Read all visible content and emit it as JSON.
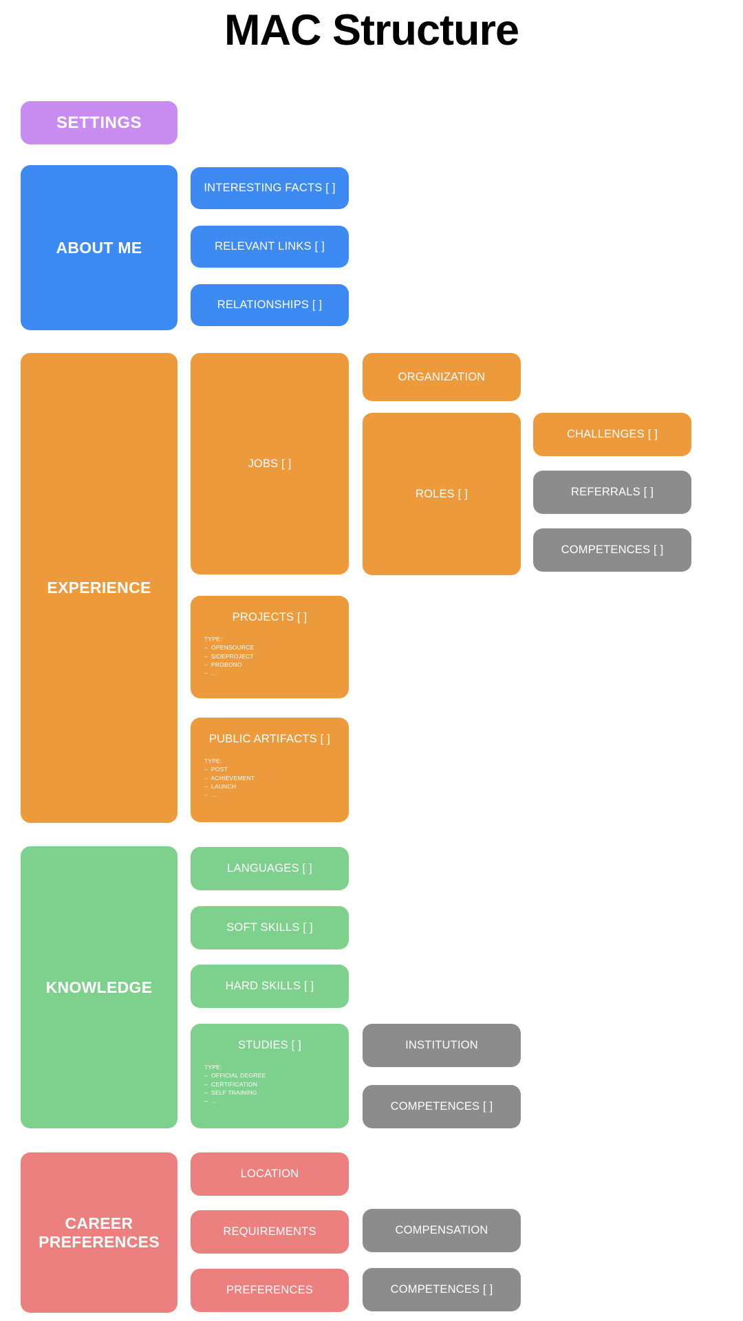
{
  "title": "MAC Structure",
  "colors": {
    "purple": "#c98cf1",
    "blue": "#3d8bf2",
    "orange": "#ed9a3c",
    "green": "#7ed18c",
    "salmon": "#ec807e",
    "gray": "#8c8c8c",
    "background": "#ffffff",
    "title_text": "#000000",
    "node_text": "#ffffff"
  },
  "settings": {
    "label": "SETTINGS"
  },
  "about_me": {
    "label": "ABOUT ME",
    "children": [
      {
        "label": "INTERESTING FACTS [ ]"
      },
      {
        "label": "RELEVANT LINKS [ ]"
      },
      {
        "label": "RELATIONSHIPS [ ]"
      }
    ]
  },
  "experience": {
    "label": "EXPERIENCE",
    "jobs": {
      "label": "JOBS [ ]"
    },
    "organization": {
      "label": "ORGANIZATION"
    },
    "roles": {
      "label": "ROLES [ ]"
    },
    "challenges": {
      "label": "CHALLENGES [ ]"
    },
    "referrals": {
      "label": "REFERRALS [ ]"
    },
    "competences": {
      "label": "COMPETENCES [ ]"
    },
    "projects": {
      "label": "PROJECTS [ ]",
      "type_heading": "TYPE:",
      "types": [
        "–  OPENSOURCE",
        "–  SIDEPROJECT",
        "–  PROBONO",
        "–  ..."
      ]
    },
    "public_artifacts": {
      "label": "PUBLIC ARTIFACTS [ ]",
      "type_heading": "TYPE:",
      "types": [
        "–  POST",
        "–  ACHIEVEMENT",
        "–  LAUNCH",
        "–  ..."
      ]
    }
  },
  "knowledge": {
    "label": "KNOWLEDGE",
    "languages": {
      "label": "LANGUAGES [ ]"
    },
    "soft_skills": {
      "label": "SOFT SKILLS [ ]"
    },
    "hard_skills": {
      "label": "HARD SKILLS [ ]"
    },
    "studies": {
      "label": "STUDIES [ ]",
      "type_heading": "TYPE:",
      "types": [
        "–  OFFICIAL DEGREE",
        "–  CERTIFICATION",
        "–  SELF TRAINING",
        "–  ..."
      ]
    },
    "institution": {
      "label": "INSTITUTION"
    },
    "competences": {
      "label": "COMPETENCES [ ]"
    }
  },
  "career_preferences": {
    "label": "CAREER\nPREFERENCES",
    "location": {
      "label": "LOCATION"
    },
    "requirements": {
      "label": "REQUIREMENTS"
    },
    "preferences": {
      "label": "PREFERENCES"
    },
    "compensation": {
      "label": "COMPENSATION"
    },
    "competences": {
      "label": "COMPETENCES [ ]"
    }
  }
}
